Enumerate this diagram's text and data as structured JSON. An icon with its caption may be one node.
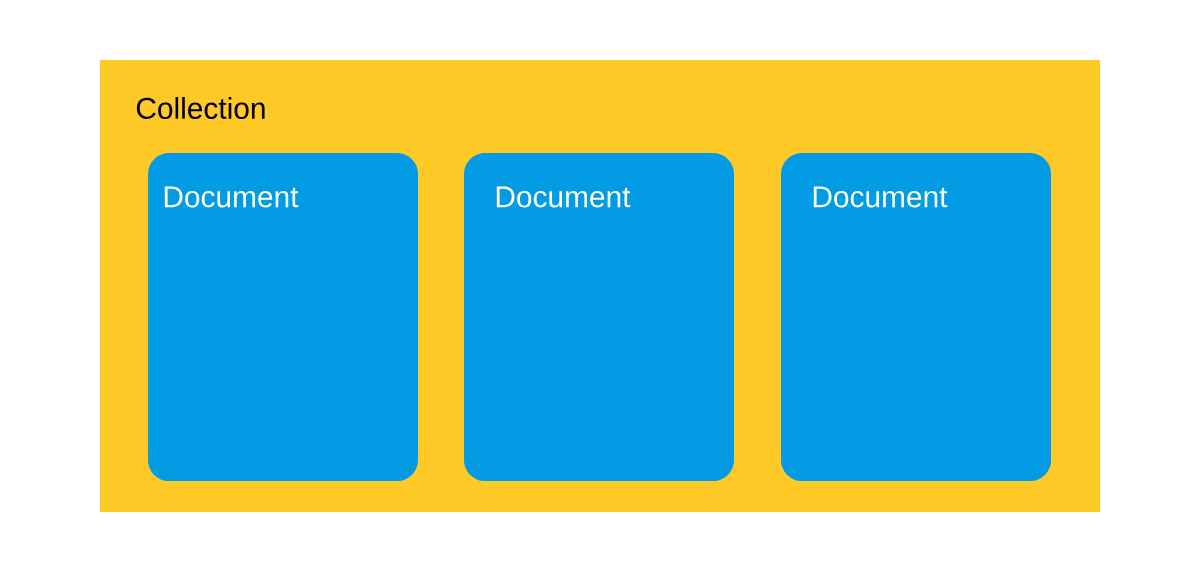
{
  "diagram": {
    "nodes": [
      {
        "text": [
          "Collection"
        ]
      },
      {
        "text": [
          "Document"
        ],
        "in": 0
      },
      {
        "text": [
          "Document"
        ],
        "in": 0
      },
      {
        "text": [
          "Document"
        ],
        "in": 0
      }
    ]
  }
}
